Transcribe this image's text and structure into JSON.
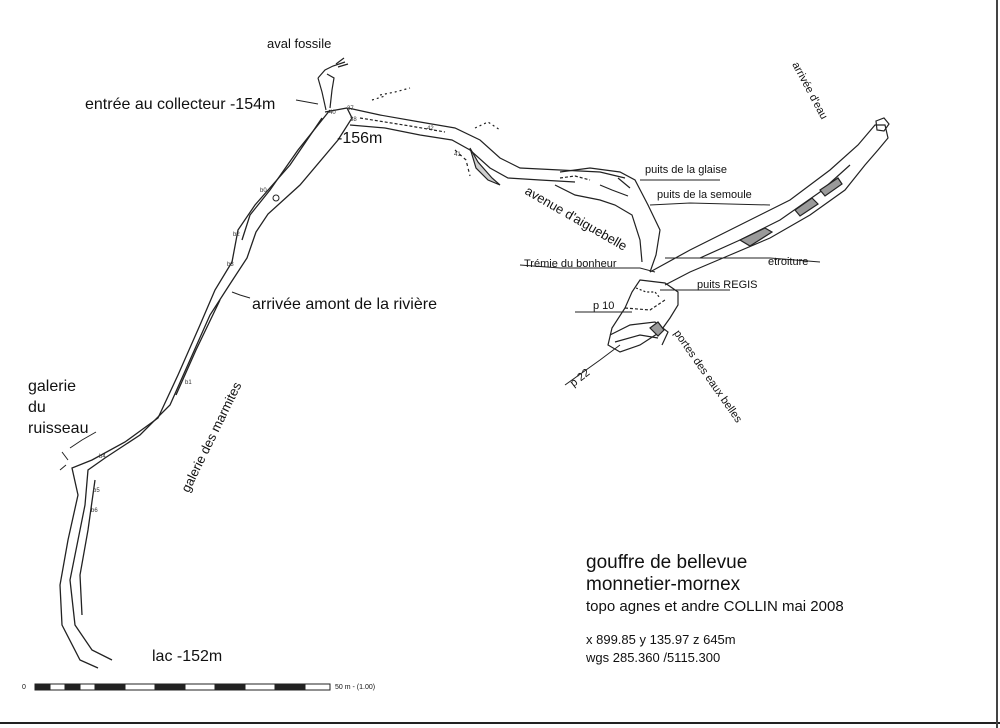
{
  "map": {
    "title": "gouffre de bellevue",
    "commune": "monnetier-mornex",
    "credit": "topo agnes et andre COLLIN  mai 2008",
    "coord_xyz": "x 899.85   y 135.97   z 645m",
    "coord_wgs": "wgs 285.360  /5115.300"
  },
  "labels": {
    "aval_fossile": "aval fossile",
    "entree_collecteur": "entrée au collecteur -154m",
    "depth_156": "-156m",
    "arrivee_amont": "arrivée amont de la rivière",
    "galerie_ruisseau_1": "galerie",
    "galerie_ruisseau_2": "du",
    "galerie_ruisseau_3": "ruisseau",
    "galerie_marmites": "galerie des marmites",
    "lac": "lac  -152m",
    "puits_glaise": "puits de la glaise",
    "puits_semoule": "puits de la semoule",
    "avenue_aiguebelle": "avenue d'aiguebelle",
    "tremie_bonheur": "Trémie du bonheur",
    "etroiture": "etroiture",
    "puits_regis": "puits REGIS",
    "p10": "p 10",
    "p22": "p 22",
    "portes_eaux_belles": "portes des eaux belles",
    "arrivee_eau": "arrivée d'eau"
  },
  "stations": [
    "40",
    "37",
    "38",
    "42",
    "41",
    "b0",
    "b2",
    "b3",
    "b4",
    "b1",
    "b5",
    "b6"
  ],
  "scale": {
    "start": "0",
    "end": "50 m - (1.00)"
  }
}
